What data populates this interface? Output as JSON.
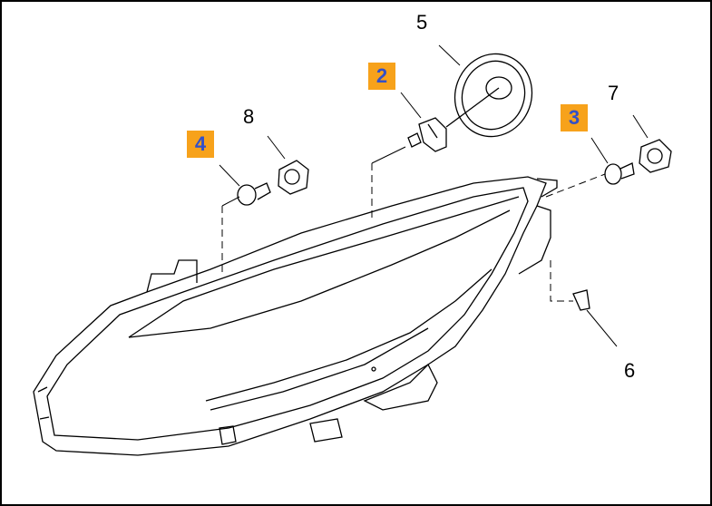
{
  "diagram": {
    "callouts": {
      "c5": "5",
      "c7": "7",
      "c8": "8",
      "c6": "6"
    },
    "highlighted": {
      "h2": "2",
      "h3": "3",
      "h4": "4"
    },
    "colors": {
      "highlight_bg": "#f7a21b",
      "highlight_text": "#3350c8",
      "line": "#000000"
    }
  }
}
